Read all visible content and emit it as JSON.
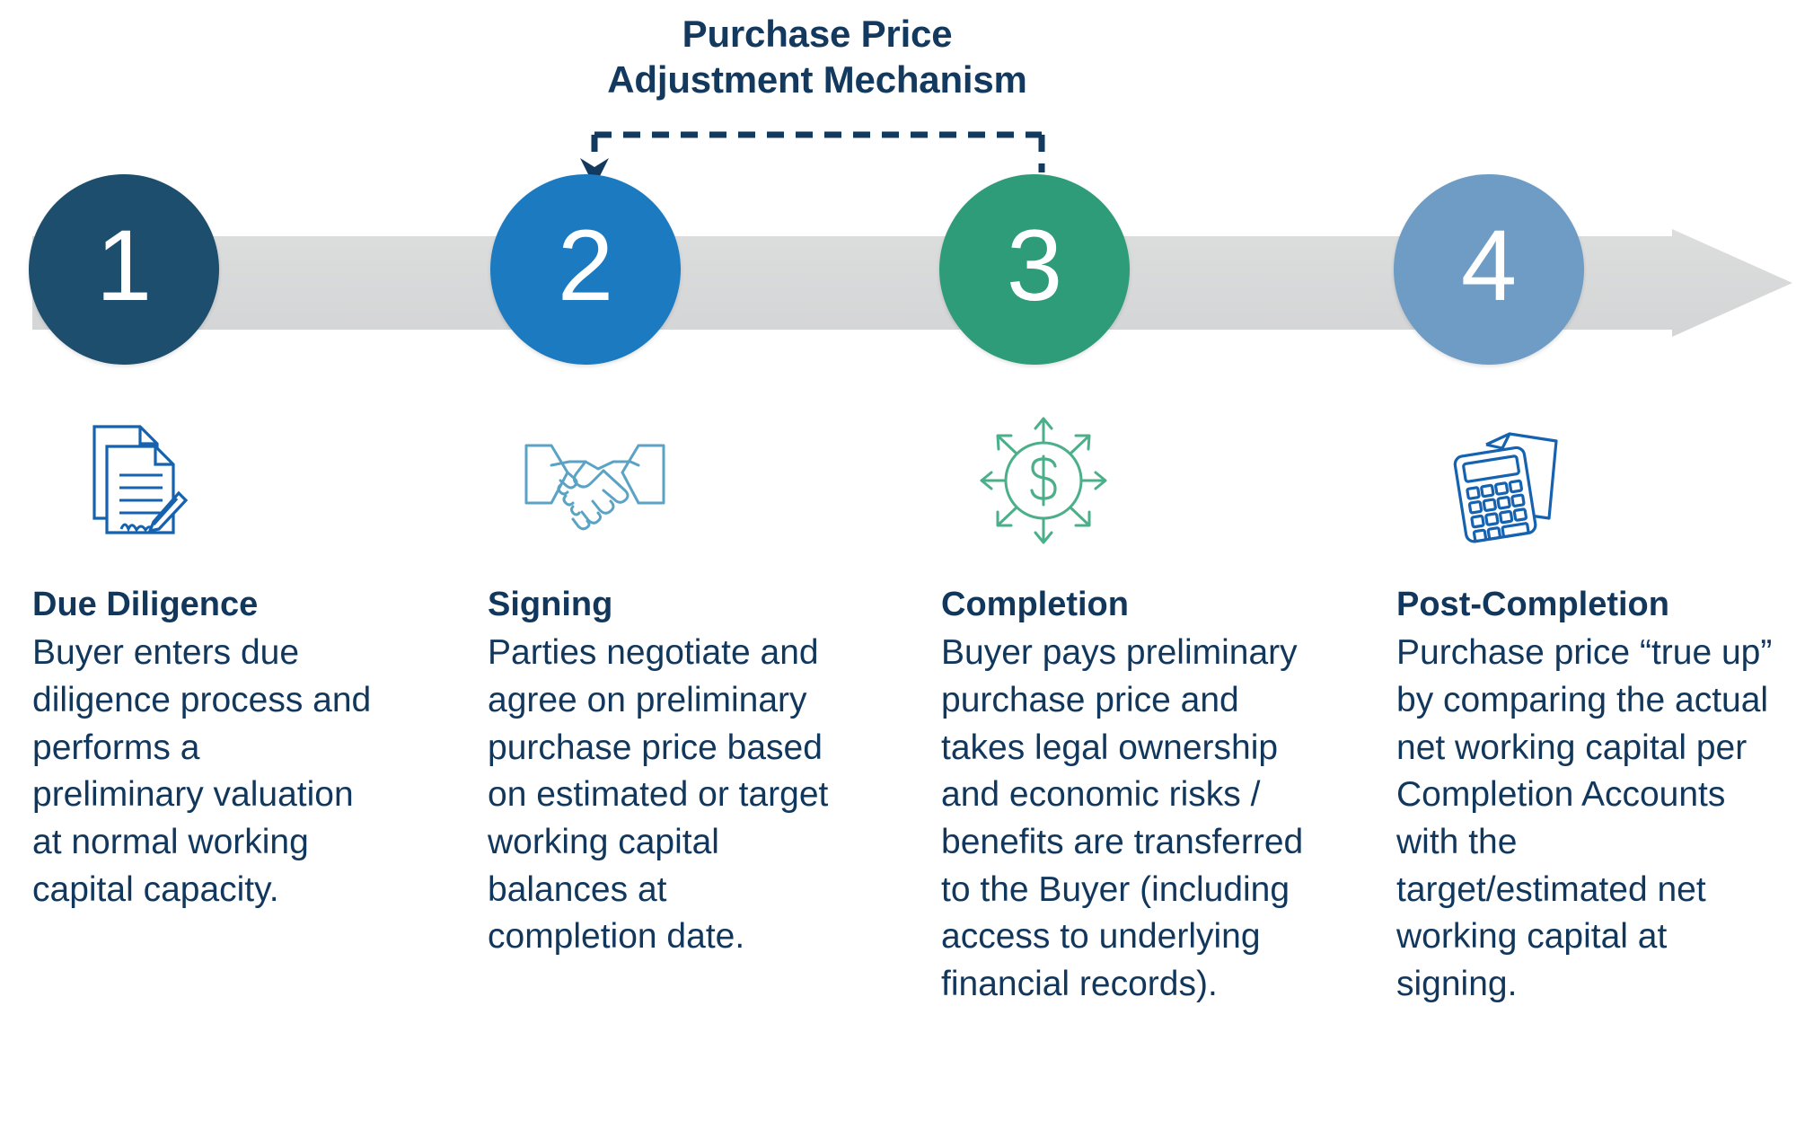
{
  "callout": {
    "title_line1": "Purchase Price",
    "title_line2": "Adjustment Mechanism",
    "color": "#13395e",
    "connects_from_step": 2,
    "connects_to_step": 3
  },
  "timeline": {
    "arrow_color": "#d9dadb",
    "direction": "left-to-right"
  },
  "steps": [
    {
      "number": "1",
      "circle_color": "#1d4e6d",
      "icon": "document-pen-icon",
      "icon_color": "#1562b0",
      "heading": "Due Diligence",
      "body": "Buyer enters due diligence process and performs a preliminary valuation at normal working capital capacity."
    },
    {
      "number": "2",
      "circle_color": "#1c7ac0",
      "icon": "handshake-icon",
      "icon_color": "#5ba3c4",
      "heading": "Signing",
      "body": "Parties negotiate and agree on preliminary purchase price based on estimated or target working capital balances at completion date."
    },
    {
      "number": "3",
      "circle_color": "#2e9c79",
      "icon": "dollar-expand-icon",
      "icon_color": "#4bb08a",
      "heading": "Completion",
      "body": "Buyer pays preliminary purchase price and takes legal ownership and economic risks / benefits are transferred to the Buyer (including access to underlying financial records)."
    },
    {
      "number": "4",
      "circle_color": "#6e9cc4",
      "icon": "calculator-document-icon",
      "icon_color": "#1562b0",
      "heading": "Post-Completion",
      "body": "Purchase price “true up” by comparing the actual net working capital per Completion Accounts with the target/estimated net working capital at signing."
    }
  ],
  "text_color": "#12375c"
}
